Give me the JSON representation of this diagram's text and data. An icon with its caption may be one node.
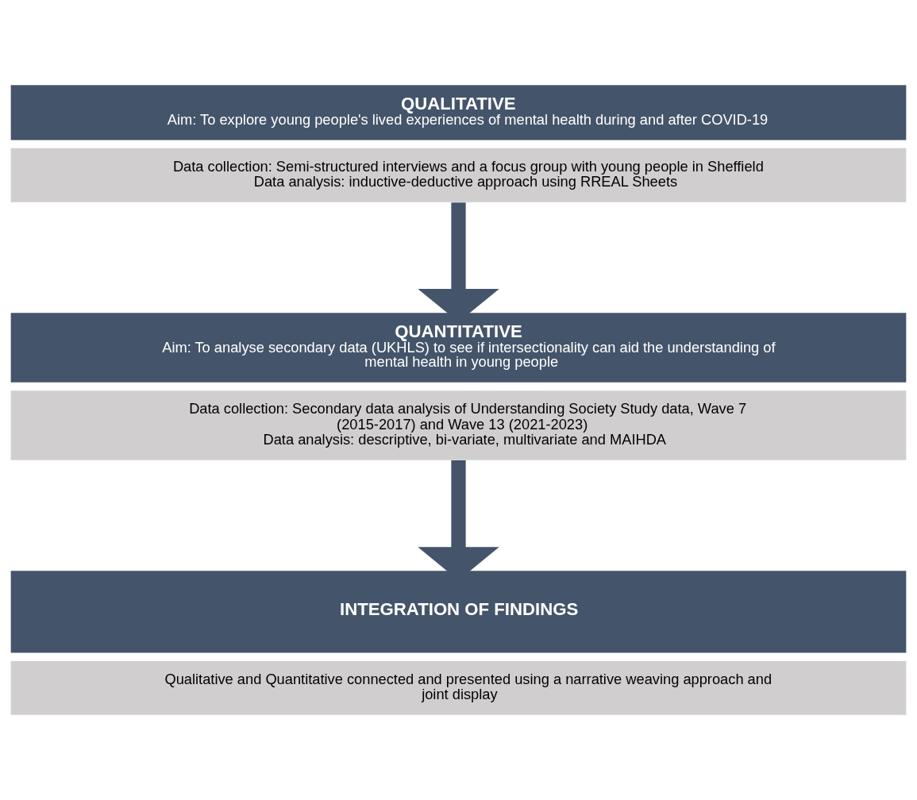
{
  "diagram": {
    "nodes": [
      {
        "text": [
          "QUALITATIVE",
          "Aim: To explore young people's lived experiences of mental health during and after COVID-19"
        ]
      },
      {
        "text": [
          "Data collection: Semi-structured interviews and a focus group with young people in Sheffield",
          "Data analysis: inductive-deductive approach using RREAL Sheets"
        ]
      },
      {
        "text": [
          "QUANTITATIVE",
          "Aim: To analyse secondary data (UKHLS) to see if intersectionality can aid the understanding of mental health in young people"
        ]
      },
      {
        "text": [
          "Data collection: Secondary data analysis of Understanding Society Study data, Wave 7 (2015-2017) and Wave 13 (2021-2023)",
          "Data analysis: descriptive, bi-variate, multivariate and MAIHDA"
        ]
      },
      {
        "text": [
          "INTEGRATION OF FINDINGS"
        ]
      },
      {
        "text": [
          "Qualitative and Quantitative connected and presented using a narrative weaving approach and joint display"
        ]
      }
    ],
    "edges": [
      {
        "from": 1,
        "to": 2,
        "arrow": "to"
      },
      {
        "from": 3,
        "to": 4,
        "arrow": "to"
      }
    ]
  }
}
